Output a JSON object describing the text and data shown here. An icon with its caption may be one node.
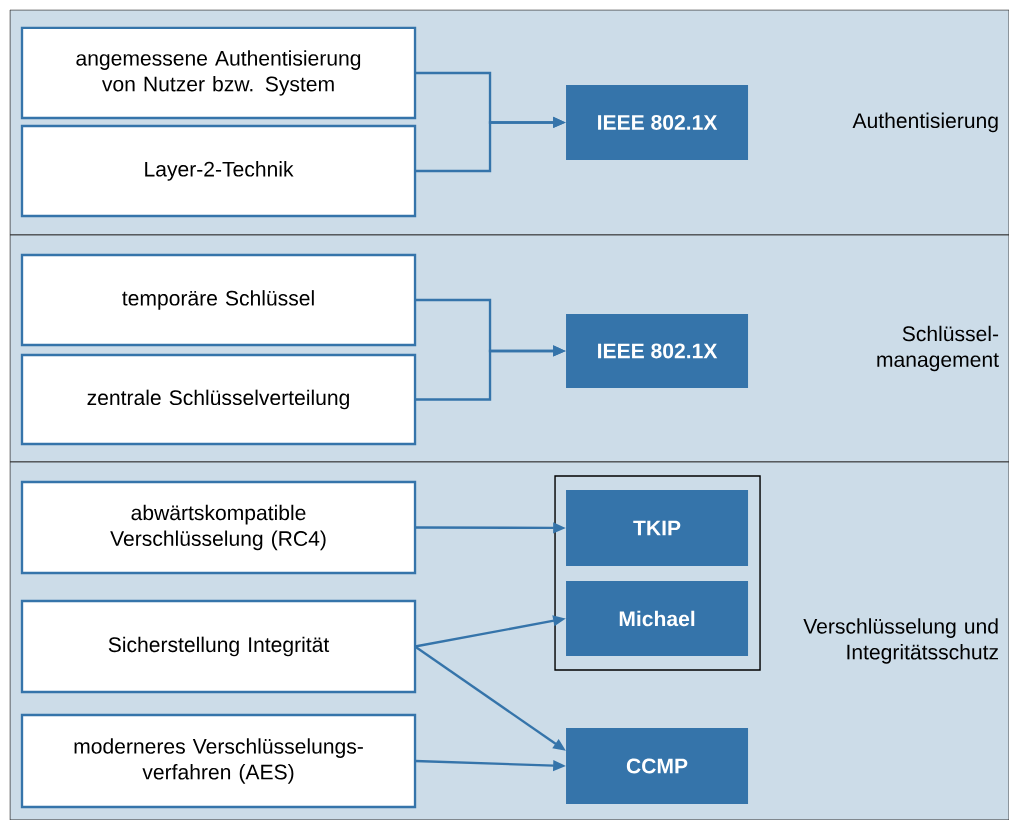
{
  "diagram": {
    "nodes": [
      {
        "text": [
          "Authentisierung"
        ]
      },
      {
        "text": [
          "angemessene Authentisierung von Nutzer bzw. System"
        ],
        "in": 0
      },
      {
        "text": [
          "Layer-2-Technik"
        ],
        "in": 0
      },
      {
        "text": [
          "IEEE 802.1X"
        ],
        "in": 0
      },
      {
        "text": [
          "Schlüssel- management"
        ]
      },
      {
        "text": [
          "temporäre Schlüssel"
        ],
        "in": 4
      },
      {
        "text": [
          "zentrale Schlüsselverteilung"
        ],
        "in": 4
      },
      {
        "text": [
          "IEEE 802.1X"
        ],
        "in": 4
      },
      {
        "text": [
          "Verschlüsselung und Integritätsschutz"
        ]
      },
      {
        "text": [
          "abwärtskompatible Verschlüsselung (RC4)"
        ],
        "in": 8
      },
      {
        "text": [
          "Sicherstellung Integrität"
        ],
        "in": 8
      },
      {
        "text": [
          "moderneres Verschlüsselungs- verfahren (AES)"
        ],
        "in": 8
      },
      {
        "text": [],
        "shape": "box",
        "in": 8
      },
      {
        "text": [
          "TKIP"
        ],
        "in": 12
      },
      {
        "text": [
          "Michael"
        ],
        "in": 12
      },
      {
        "text": [
          "CCMP"
        ],
        "in": 8
      }
    ],
    "edges": [
      {
        "from": 1,
        "to": 3,
        "arrow": "to"
      },
      {
        "from": 2,
        "to": 3,
        "arrow": "to"
      },
      {
        "from": 5,
        "to": 7,
        "arrow": "to"
      },
      {
        "from": 6,
        "to": 7,
        "arrow": "to"
      },
      {
        "from": 9,
        "to": 13,
        "arrow": "to"
      },
      {
        "from": 10,
        "to": 14,
        "arrow": "to"
      },
      {
        "from": 10,
        "to": 15,
        "arrow": "to"
      },
      {
        "from": 11,
        "to": 15,
        "arrow": "to"
      }
    ]
  }
}
